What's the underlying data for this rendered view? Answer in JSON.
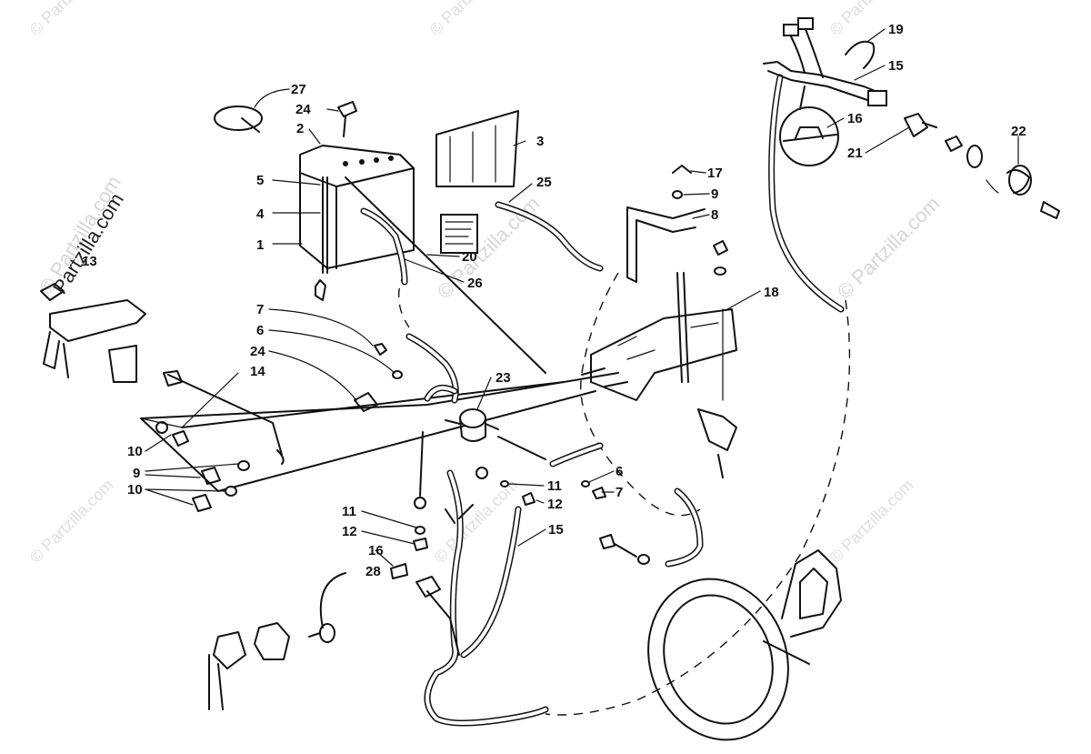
{
  "watermark": {
    "text": "© Partzilla.com",
    "main_text": "Partzilla.com"
  },
  "callouts": [
    {
      "id": "c27",
      "label": "27"
    },
    {
      "id": "c24a",
      "label": "24"
    },
    {
      "id": "c2",
      "label": "2"
    },
    {
      "id": "c3",
      "label": "3"
    },
    {
      "id": "c5",
      "label": "5"
    },
    {
      "id": "c4",
      "label": "4"
    },
    {
      "id": "c1",
      "label": "1"
    },
    {
      "id": "c25",
      "label": "25"
    },
    {
      "id": "c20",
      "label": "20"
    },
    {
      "id": "c26",
      "label": "26"
    },
    {
      "id": "c17",
      "label": "17"
    },
    {
      "id": "c9a",
      "label": "9"
    },
    {
      "id": "c8",
      "label": "8"
    },
    {
      "id": "c18",
      "label": "18"
    },
    {
      "id": "c13",
      "label": "13"
    },
    {
      "id": "c7a",
      "label": "7"
    },
    {
      "id": "c6a",
      "label": "6"
    },
    {
      "id": "c24b",
      "label": "24"
    },
    {
      "id": "c14",
      "label": "14"
    },
    {
      "id": "c23",
      "label": "23"
    },
    {
      "id": "c10a",
      "label": "10"
    },
    {
      "id": "c9b",
      "label": "9"
    },
    {
      "id": "c10b",
      "label": "10"
    },
    {
      "id": "c11a",
      "label": "11"
    },
    {
      "id": "c6b",
      "label": "6"
    },
    {
      "id": "c12a",
      "label": "12"
    },
    {
      "id": "c7b",
      "label": "7"
    },
    {
      "id": "c11b",
      "label": "11"
    },
    {
      "id": "c12b",
      "label": "12"
    },
    {
      "id": "c15a",
      "label": "15"
    },
    {
      "id": "c16a",
      "label": "16"
    },
    {
      "id": "c28",
      "label": "28"
    },
    {
      "id": "c19",
      "label": "19"
    },
    {
      "id": "c15b",
      "label": "15"
    },
    {
      "id": "c16b",
      "label": "16"
    },
    {
      "id": "c21",
      "label": "21"
    },
    {
      "id": "c22",
      "label": "22"
    }
  ]
}
